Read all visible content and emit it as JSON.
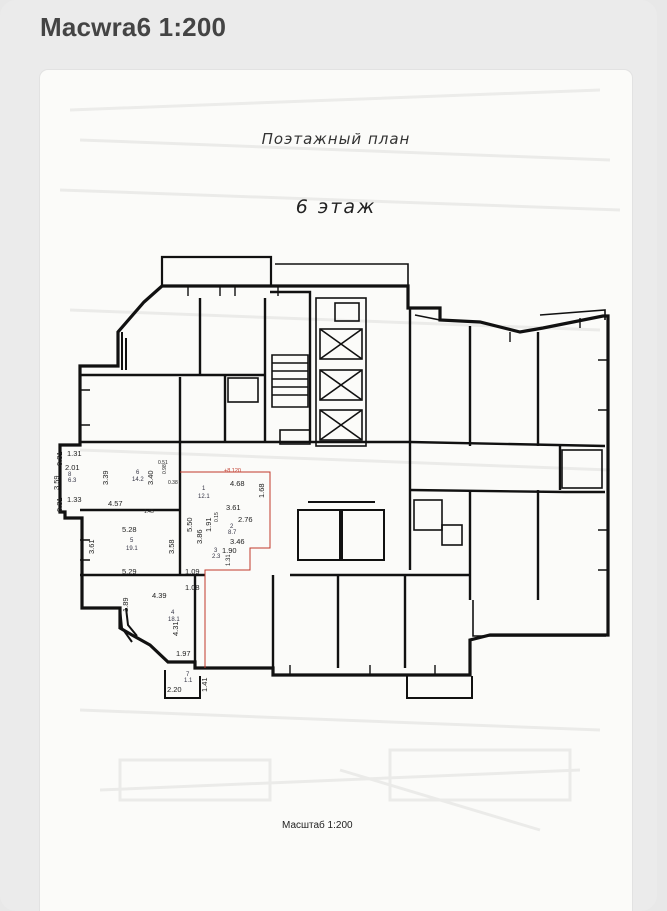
{
  "card": {
    "title": "Macwra6 1:200"
  },
  "sheet": {
    "plan_title": "Поэтажный план",
    "floor_title": "6 этаж",
    "scale_note": "Масштаб 1:200"
  },
  "labels": {
    "d_1_31": "1.31",
    "d_0_31a": "0.31",
    "d_3_59": "3.59",
    "d_2_01": "2.01",
    "r8": "8",
    "r8_area": "6.3",
    "d_1_33": "1.33",
    "d_0_31b": "0.31",
    "d_3_39": "3.39",
    "r6": "6",
    "r6_area": "14.2",
    "d_3_40": "3.40",
    "d_0_51": "0.51",
    "d_0_98": "0.98",
    "d_0_38": "0.38",
    "d_4_57": "4.57",
    "d_1_45": "1.45",
    "d_elev": "+8.120",
    "d_4_68": "4.68",
    "r1": "1",
    "r1_area": "12.1",
    "d_1_68": "1.68",
    "d_3_61a": "3.61",
    "d_0_15": "0.15",
    "d_1_91": "1.91",
    "d_2_76": "2.76",
    "r2": "2",
    "r2_area": "8.7",
    "d_5_28": "5.28",
    "r5": "5",
    "r5_area": "19.1",
    "d_3_61b": "3.61",
    "d_3_58": "3.58",
    "d_5_50": "5.50",
    "d_3_86": "3.86",
    "r3": "3",
    "r3_area": "2.3",
    "d_1_31b": "1.31",
    "d_3_46": "3.46",
    "d_1_90": "1.90",
    "d_5_29": "5.29",
    "d_1_09": "1.09",
    "d_1_08": "1.08",
    "d_1_89": "1.89",
    "d_4_39": "4.39",
    "r4": "4",
    "r4_area": "18.1",
    "d_4_31": "4.31",
    "d_1_97": "1.97",
    "r7": "7",
    "r7_area": "1.1",
    "d_2_20": "2.20",
    "d_1_41": "1.41"
  }
}
